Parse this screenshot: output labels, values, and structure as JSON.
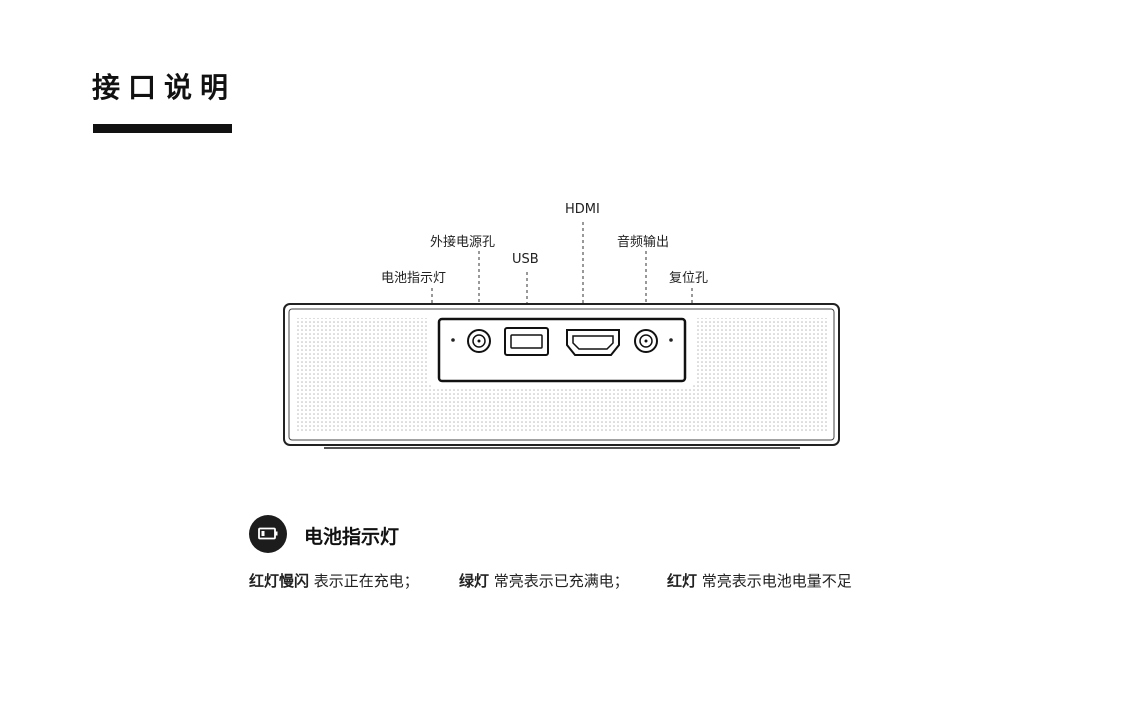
{
  "page": {
    "title": "接口说明"
  },
  "ports": {
    "hdmi": "HDMI",
    "power": "外接电源孔",
    "audio": "音频输出",
    "usb": "USB",
    "indicator": "电池指示灯",
    "reset": "复位孔"
  },
  "legend": {
    "icon": "battery-icon",
    "title": "电池指示灯",
    "items": [
      {
        "state": "红灯慢闪",
        "text": "表示正在充电；"
      },
      {
        "state": "绿灯",
        "text": "常亮表示已充满电；"
      },
      {
        "state": "红灯",
        "text": "常亮表示电池电量不足"
      }
    ]
  }
}
